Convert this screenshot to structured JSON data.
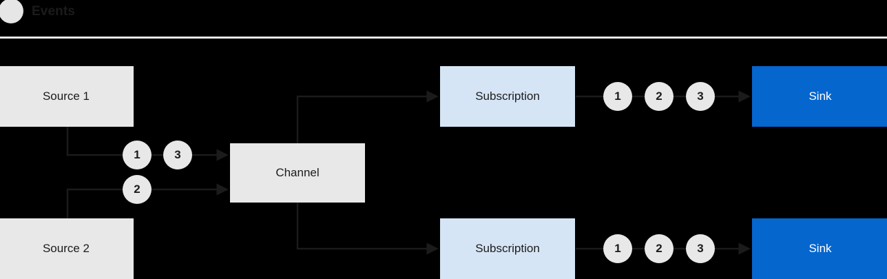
{
  "header": {
    "icon": "events-dot-icon",
    "title": "Events"
  },
  "colors": {
    "background": "#000000",
    "box_gray": "#e8e8e8",
    "box_light_blue": "#d6e5f5",
    "box_solid_blue": "#0566ce",
    "text_dark": "#1b1b1b",
    "text_light": "#ffffff",
    "wire": "#1b1b1b"
  },
  "diagram": {
    "type": "flow",
    "nodes": [
      {
        "id": "source1",
        "label": "Source 1",
        "style": "gray"
      },
      {
        "id": "source2",
        "label": "Source 2",
        "style": "gray"
      },
      {
        "id": "channel",
        "label": "Channel",
        "style": "gray"
      },
      {
        "id": "sub1",
        "label": "Subscription",
        "style": "blue"
      },
      {
        "id": "sub2",
        "label": "Subscription",
        "style": "blue"
      },
      {
        "id": "sink1",
        "label": "Sink",
        "style": "solid"
      },
      {
        "id": "sink2",
        "label": "Sink",
        "style": "solid"
      }
    ],
    "edges": [
      {
        "from": "source1",
        "to": "channel"
      },
      {
        "from": "source2",
        "to": "channel"
      },
      {
        "from": "channel",
        "to": "sub1"
      },
      {
        "from": "channel",
        "to": "sub2"
      },
      {
        "from": "sub1",
        "to": "sink1"
      },
      {
        "from": "sub2",
        "to": "sink2"
      }
    ],
    "tokens": {
      "source1_to_channel": [
        "1",
        "3"
      ],
      "source2_to_channel": [
        "2"
      ],
      "sub1_to_sink1": [
        "1",
        "2",
        "3"
      ],
      "sub2_to_sink2": [
        "1",
        "2",
        "3"
      ]
    }
  }
}
